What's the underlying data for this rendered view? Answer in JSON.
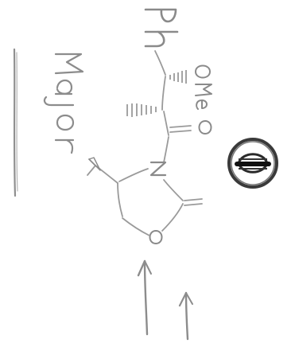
{
  "colors": {
    "pencil": "#9a9a9a",
    "pencil_dark": "#6f6f6f",
    "circle_fill_dark": "#2a2a2a",
    "background": "#ffffff"
  },
  "labels": {
    "major": "Major",
    "ph": "Ph",
    "ome": "OMe",
    "carbonyl_o": "O",
    "n": "N",
    "ring_o": "O"
  },
  "icons": {
    "minus_symbol": "circled-minus-icon",
    "arrows": "double-up-arrow-icon"
  }
}
